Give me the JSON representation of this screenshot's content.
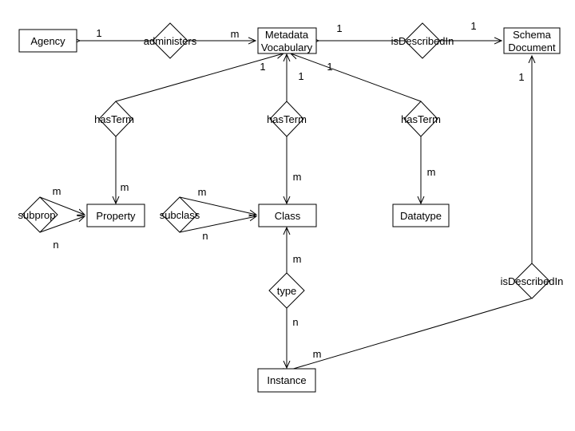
{
  "entities": {
    "agency": "Agency",
    "vocab_line1": "Metadata",
    "vocab_line2": "Vocabulary",
    "schema_line1": "Schema",
    "schema_line2": "Document",
    "property": "Property",
    "class": "Class",
    "datatype": "Datatype",
    "instance": "Instance"
  },
  "relationships": {
    "administers": "administers",
    "isdescribedin_top": "isDescribedIn",
    "hasterm_left": "hasTerm",
    "hasterm_mid": "hasTerm",
    "hasterm_right": "hasTerm",
    "subprop": "subprop",
    "subclass": "subclass",
    "type": "type",
    "isdescribedin_right": "isDescribedIn"
  },
  "cardinalities": {
    "agency_administers": "1",
    "administers_vocab": "m",
    "vocab_isdescribedin": "1",
    "isdescribedin_schema": "1",
    "vocab_left": "1",
    "vocab_mid": "1",
    "vocab_right": "1",
    "schema_below": "1",
    "hasterm_class": "m",
    "hasterm_datatype": "m",
    "hasterm_property": "m",
    "subprop_top": "m",
    "subprop_bottom": "n",
    "subclass_top": "m",
    "subclass_bottom": "n",
    "class_type": "m",
    "type_instance": "n",
    "instance_isdescribedin": "m"
  }
}
